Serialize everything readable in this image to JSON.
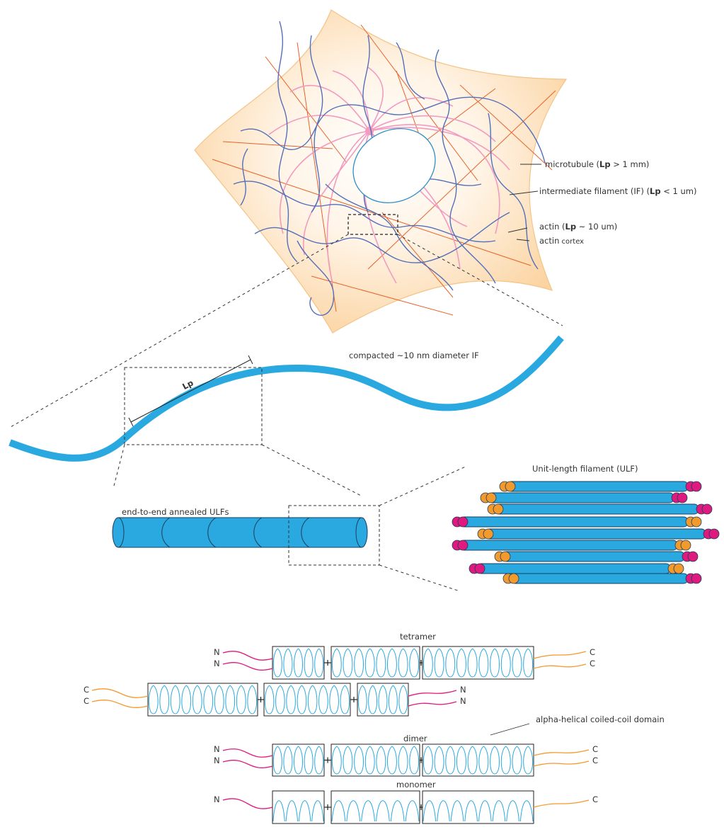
{
  "cell_labels": {
    "microtubule": {
      "name": "microtubule (",
      "lp": "Lp",
      "value": " > 1 mm)"
    },
    "intermediate_filament": {
      "name": "intermediate filament (IF) (",
      "lp": "Lp",
      "value": " < 1 um)"
    },
    "actin": {
      "name": "actin (",
      "lp": "Lp",
      "value": " ~ 10 um)"
    },
    "actin_cortex": {
      "name": "actin",
      "suffix": " cortex"
    }
  },
  "filament": {
    "label": "compacted ~10 nm diameter IF",
    "lp_label": "Lp"
  },
  "annealed": {
    "label": "end-to-end annealed ULFs"
  },
  "ulf": {
    "label": "Unit-length filament (ULF)"
  },
  "assembly": {
    "tetramer": "tetramer",
    "dimer": "dimer",
    "monomer": "monomer",
    "coil_domain": "alpha-helical coiled-coil domain",
    "n": "N",
    "c": "C"
  },
  "colors": {
    "cell_fill": "#fbd7a8",
    "microtubule": "#f29bc0",
    "intermediate_filament": "#5470b8",
    "actin": "#e8622a",
    "if_cyan": "#2aa9e0",
    "n_terminal": "#e0197f",
    "c_terminal": "#f39a2c"
  }
}
